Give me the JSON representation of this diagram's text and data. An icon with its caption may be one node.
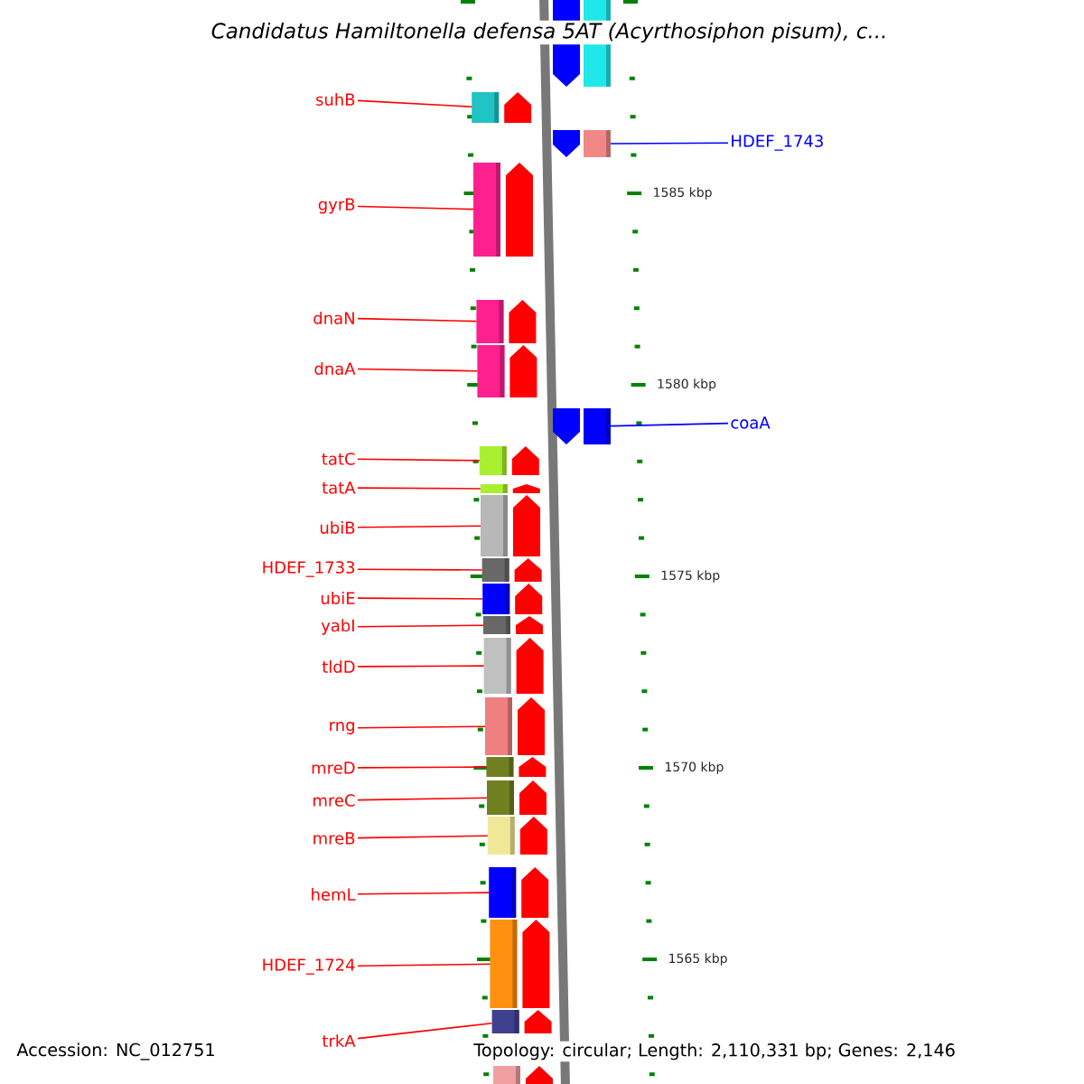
{
  "diagram": {
    "title": "Candidatus Hamiltonella defensa 5AT (Acyrthosiphon pisum), c...",
    "nodes": [
      {
        "text": [],
        "shape": "bar"
      },
      {
        "text": [
          "suhB"
        ]
      },
      {
        "text": [],
        "shape": "bar"
      },
      {
        "text": [
          "HDEF_1743"
        ]
      },
      {
        "text": [],
        "shape": "bar"
      },
      {
        "text": [
          "gyrB"
        ]
      },
      {
        "text": [],
        "shape": "bar"
      },
      {
        "text": [
          "dnaN"
        ]
      },
      {
        "text": [],
        "shape": "bar"
      },
      {
        "text": [
          "dnaA"
        ]
      },
      {
        "text": [],
        "shape": "bar"
      },
      {
        "text": [
          "coaA"
        ]
      },
      {
        "text": [],
        "shape": "bar"
      },
      {
        "text": [
          "tatC"
        ]
      },
      {
        "text": [],
        "shape": "bar"
      },
      {
        "text": [
          "tatA"
        ]
      },
      {
        "text": [],
        "shape": "bar"
      },
      {
        "text": [
          "ubiB"
        ]
      },
      {
        "text": [],
        "shape": "bar"
      },
      {
        "text": [
          "HDEF_1733"
        ]
      },
      {
        "text": [],
        "shape": "bar"
      },
      {
        "text": [
          "ubiE"
        ]
      },
      {
        "text": [],
        "shape": "bar"
      },
      {
        "text": [
          "yabI"
        ]
      },
      {
        "text": [],
        "shape": "bar"
      },
      {
        "text": [
          "tldD"
        ]
      },
      {
        "text": [],
        "shape": "bar"
      },
      {
        "text": [
          "rng"
        ]
      },
      {
        "text": [],
        "shape": "bar"
      },
      {
        "text": [
          "mreD"
        ]
      },
      {
        "text": [],
        "shape": "bar"
      },
      {
        "text": [
          "mreC"
        ]
      },
      {
        "text": [],
        "shape": "bar"
      },
      {
        "text": [
          "mreB"
        ]
      },
      {
        "text": [],
        "shape": "bar"
      },
      {
        "text": [
          "hemL"
        ]
      },
      {
        "text": [],
        "shape": "bar"
      },
      {
        "text": [
          "HDEF_1724"
        ]
      },
      {
        "text": [],
        "shape": "bar"
      },
      {
        "text": [
          "trkA"
        ]
      },
      {
        "text": [],
        "shape": "bar"
      },
      {
        "text": [],
        "shape": "bar"
      }
    ],
    "edges": [
      {
        "from": 1,
        "to": 2,
        "arrow": "none"
      },
      {
        "from": 3,
        "to": 4,
        "arrow": "none",
        "color": "#0000ff"
      },
      {
        "from": 5,
        "to": 6,
        "arrow": "none"
      },
      {
        "from": 7,
        "to": 8,
        "arrow": "none"
      },
      {
        "from": 9,
        "to": 10,
        "arrow": "none"
      },
      {
        "from": 11,
        "to": 12,
        "arrow": "none",
        "color": "#0000ff"
      },
      {
        "from": 13,
        "to": 14,
        "arrow": "none"
      },
      {
        "from": 15,
        "to": 16,
        "arrow": "none"
      },
      {
        "from": 17,
        "to": 18,
        "arrow": "none"
      },
      {
        "from": 19,
        "to": 20,
        "arrow": "none"
      },
      {
        "from": 21,
        "to": 22,
        "arrow": "none"
      },
      {
        "from": 23,
        "to": 24,
        "arrow": "none"
      },
      {
        "from": 25,
        "to": 26,
        "arrow": "none"
      },
      {
        "from": 27,
        "to": 28,
        "arrow": "none"
      },
      {
        "from": 29,
        "to": 30,
        "arrow": "none"
      },
      {
        "from": 31,
        "to": 32,
        "arrow": "none"
      },
      {
        "from": 33,
        "to": 34,
        "arrow": "none"
      },
      {
        "from": 35,
        "to": 36,
        "arrow": "none"
      },
      {
        "from": 37,
        "to": 38,
        "arrow": "none"
      },
      {
        "from": 39,
        "to": 40,
        "arrow": "none"
      }
    ],
    "labels": [
      "1585 kbp",
      "1580 kbp",
      "1575 kbp",
      "1570 kbp",
      "1565 kbp",
      "Accession: NC_012751",
      "Topology: circular; Length: 2,110,331 bp; Genes: 2,146"
    ]
  }
}
